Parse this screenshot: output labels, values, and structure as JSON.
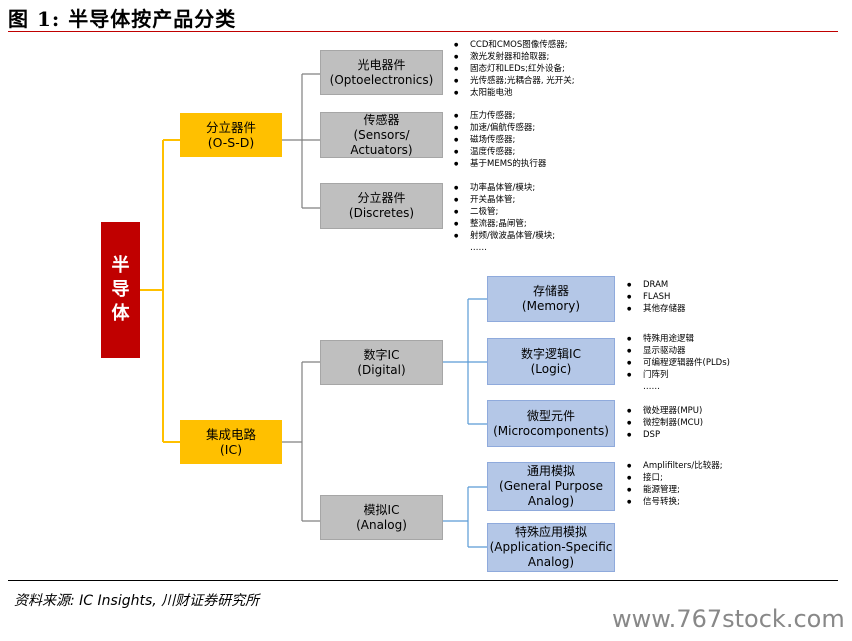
{
  "title": "图 1:  半导体按产品分类",
  "root": "半\n导\n体",
  "osd": {
    "zh": "分立器件",
    "en": "(O-S-D)"
  },
  "ic": {
    "zh": "集成电路",
    "en": "(IC)"
  },
  "opto": {
    "zh": "光电器件",
    "en": "(Optoelectronics)",
    "items": [
      "CCD和CMOS图像传感器;",
      "激光发射器和拾取器;",
      "固态灯和LEDs;红外设备;",
      "光传感器;光耦合器, 光开关;",
      "太阳能电池"
    ]
  },
  "sensors": {
    "zh": "传感器",
    "en": "(Sensors/",
    "en2": "Actuators)",
    "items": [
      "压力传感器;",
      "加速/偏航传感器;",
      "磁场传感器;",
      "温度传感器;",
      "基于MEMS的执行器"
    ]
  },
  "discretes": {
    "zh": "分立器件",
    "en": "(Discretes)",
    "items": [
      "功率晶体管/模块;",
      "开关晶体管;",
      "二极管;",
      "整流器;晶闸管;",
      "射频/微波晶体管/模块;",
      "……"
    ]
  },
  "digital": {
    "zh": "数字IC",
    "en": "(Digital)"
  },
  "analog": {
    "zh": "模拟IC",
    "en": "(Analog)"
  },
  "memory": {
    "zh": "存储器",
    "en": "(Memory)",
    "items": [
      "DRAM",
      "FLASH",
      "其他存储器"
    ]
  },
  "logic": {
    "zh": "数字逻辑IC",
    "en": "(Logic)",
    "items": [
      "特殊用途逻辑",
      "显示驱动器",
      "可编程逻辑器件(PLDs)",
      "门阵列",
      "……"
    ]
  },
  "micro": {
    "zh": "微型元件",
    "en": "(Microcomponents)",
    "items": [
      "微处理器(MPU)",
      "微控制器(MCU)",
      "DSP"
    ]
  },
  "general": {
    "zh": "通用模拟",
    "en": "(General Purpose",
    "en2": "Analog)",
    "items": [
      "Amplifilters/比较器;",
      "接口;",
      "能源管理;",
      "信号转换;"
    ]
  },
  "special": {
    "zh": "特殊应用模拟",
    "en": "(Application-Specific",
    "en2": "Analog)"
  },
  "source": "资料来源: IC Insights, 川财证券研究所",
  "watermark": "www.767stock.com",
  "colors": {
    "root": "#c00000",
    "level1": "#ffc000",
    "level2": "#bfbfbf",
    "level3": "#b4c7e7",
    "connector_yellow": "#ffc000",
    "connector_gray": "#808080",
    "connector_blue": "#5b9bd5"
  }
}
